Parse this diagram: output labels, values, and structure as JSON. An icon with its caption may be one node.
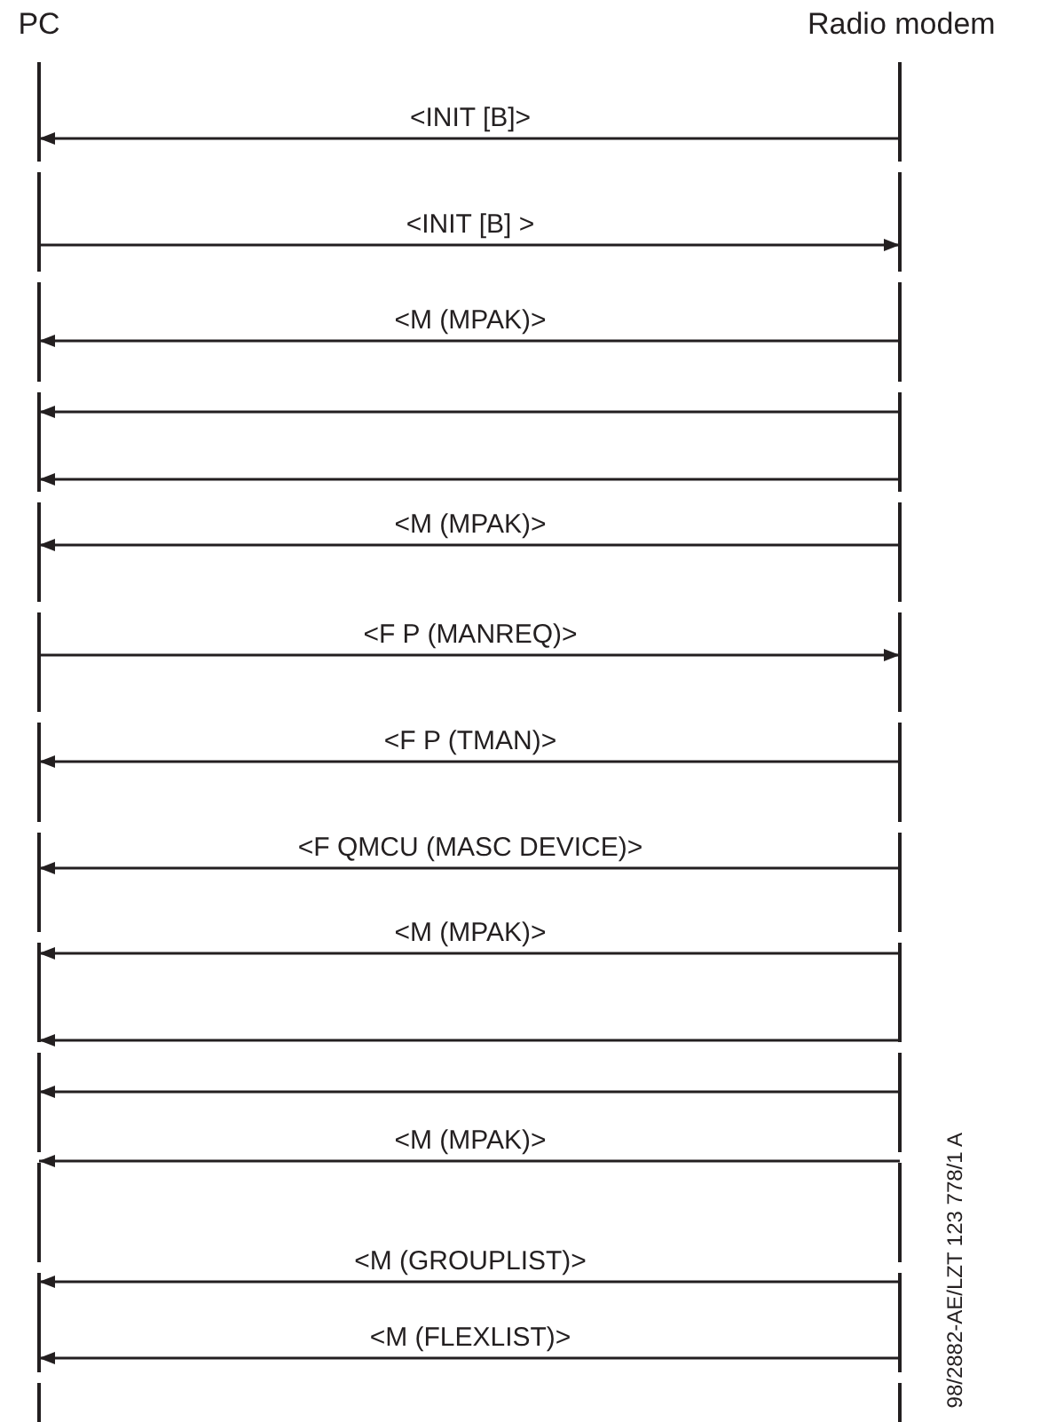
{
  "diagram": {
    "nodes": [
      {
        "text": [
          "PC"
        ]
      },
      {
        "text": [
          "Radio modem"
        ]
      }
    ],
    "edges": [
      {
        "from": 1,
        "to": 0,
        "arrow": "to",
        "label": "<INIT [B]>"
      },
      {
        "from": 0,
        "to": 1,
        "arrow": "to",
        "label": "<INIT [B] >"
      },
      {
        "from": 1,
        "to": 0,
        "arrow": "to",
        "label": "<M (MPAK)>"
      },
      {
        "from": 1,
        "to": 0,
        "arrow": "to"
      },
      {
        "from": 1,
        "to": 0,
        "arrow": "to"
      },
      {
        "from": 1,
        "to": 0,
        "arrow": "to",
        "label": "<M (MPAK)>"
      },
      {
        "from": 0,
        "to": 1,
        "arrow": "to",
        "label": "<F P (MANREQ)>"
      },
      {
        "from": 1,
        "to": 0,
        "arrow": "to",
        "label": "<F P (TMAN)>"
      },
      {
        "from": 1,
        "to": 0,
        "arrow": "to",
        "label": "<F QMCU (MASC DEVICE)>"
      },
      {
        "from": 1,
        "to": 0,
        "arrow": "to",
        "label": "<M (MPAK)>"
      },
      {
        "from": 1,
        "to": 0,
        "arrow": "to"
      },
      {
        "from": 1,
        "to": 0,
        "arrow": "to"
      },
      {
        "from": 1,
        "to": 0,
        "arrow": "to",
        "label": "<M (MPAK)>"
      },
      {
        "from": 1,
        "to": 0,
        "arrow": "to",
        "label": "<M (GROUPLIST)>"
      },
      {
        "from": 1,
        "to": 0,
        "arrow": "to",
        "label": "<M (FLEXLIST)>"
      }
    ],
    "labels": [
      "98/2882-AE/LZT 123 778/1 A"
    ]
  }
}
